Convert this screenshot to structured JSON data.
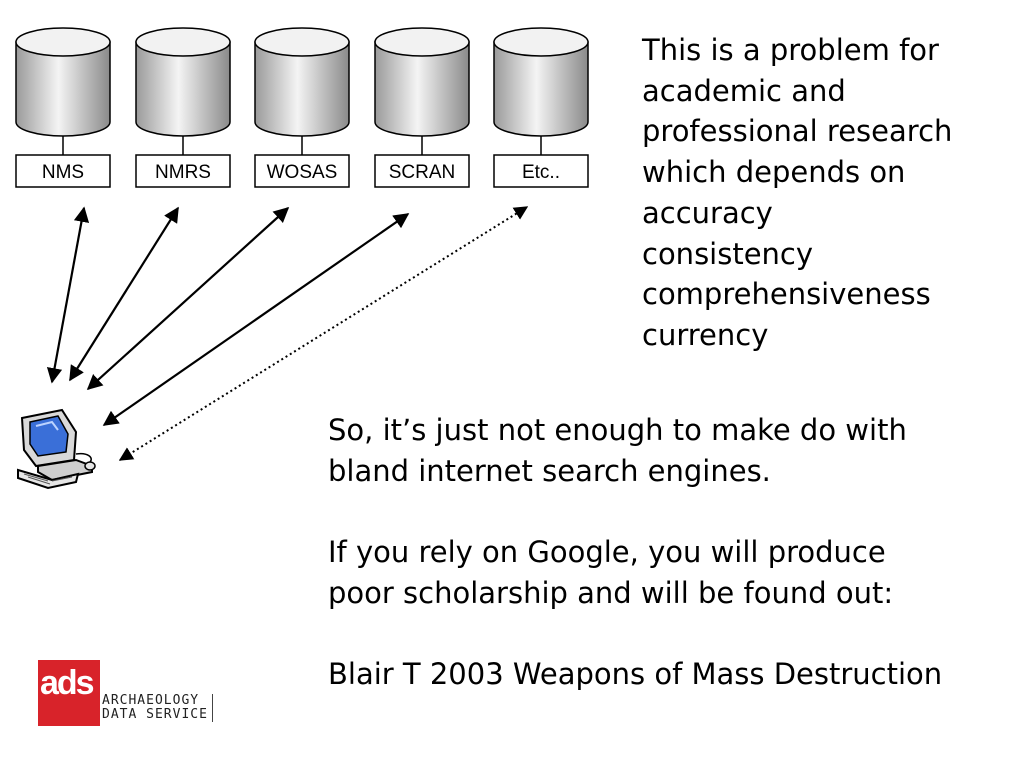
{
  "databases": [
    {
      "label": "NMS"
    },
    {
      "label": "NMRS"
    },
    {
      "label": "WOSAS"
    },
    {
      "label": "SCRAN"
    },
    {
      "label": "Etc.."
    }
  ],
  "connections": [
    {
      "to": "NMS",
      "style": "solid"
    },
    {
      "to": "NMRS",
      "style": "solid"
    },
    {
      "to": "WOSAS",
      "style": "solid"
    },
    {
      "to": "SCRAN",
      "style": "solid"
    },
    {
      "to": "Etc..",
      "style": "dotted"
    }
  ],
  "client_icon": "computer-icon",
  "side_text": {
    "lines": [
      "This is a problem for",
      "academic and",
      "professional research",
      "which depends on",
      "accuracy",
      "consistency",
      "comprehensiveness",
      "currency"
    ]
  },
  "main_text": {
    "para1_line1": "So, it’s just not enough to make do with",
    "para1_line2": "bland internet search engines.",
    "para2_line1": "If you rely on Google, you will produce",
    "para2_line2": "poor scholarship and will be found out:",
    "citation": "Blair T 2003 Weapons of Mass Destruction"
  },
  "logo": {
    "mark": "ads",
    "line1": "ARCHAEOLOGY",
    "line2": "DATA SERVICE",
    "color": "#d8232a"
  }
}
